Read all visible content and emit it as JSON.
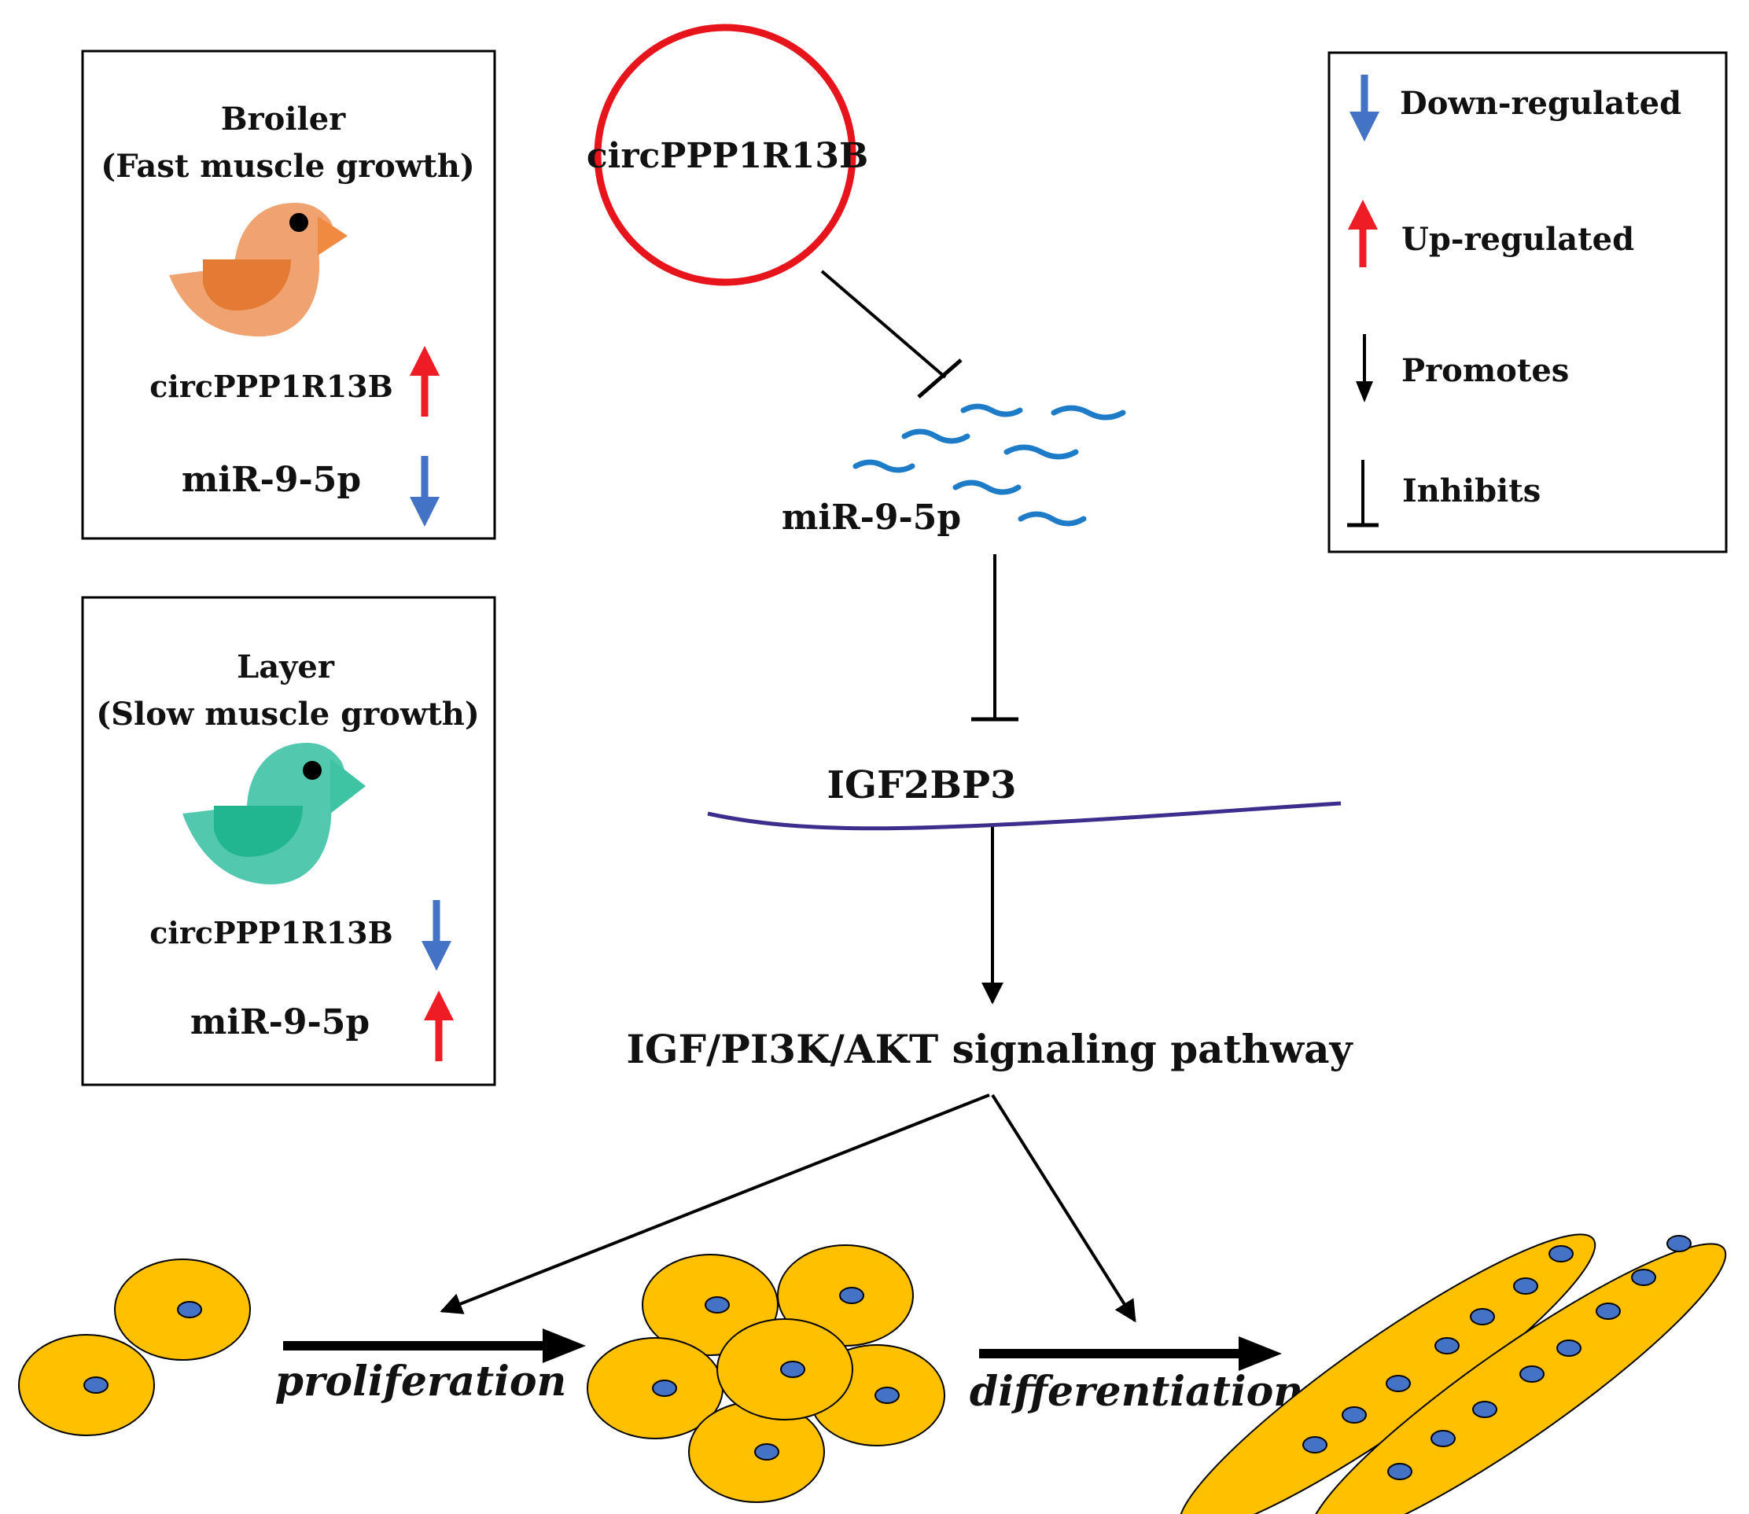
{
  "broiler_box": {
    "title": "Broiler",
    "subtitle": "(Fast muscle growth)",
    "circ_label": "circPPP1R13B",
    "mir_label": "miR-9-5p",
    "circ_trend": "up",
    "mir_trend": "down",
    "bird_color": "#F0A370"
  },
  "layer_box": {
    "title": "Layer",
    "subtitle": "(Slow muscle growth)",
    "circ_label": "circPPP1R13B",
    "mir_label": "miR-9-5p",
    "circ_trend": "down",
    "mir_trend": "up",
    "bird_color": "#52C9AE"
  },
  "legend": {
    "down": "Down-regulated",
    "up": "Up-regulated",
    "promotes": "Promotes",
    "inhibits": "Inhibits"
  },
  "pathway": {
    "circ": "circPPP1R13B",
    "mirna": "miR-9-5p",
    "target": "IGF2BP3",
    "signaling": "IGF/PI3K/AKT signaling pathway",
    "proliferation": "proliferation",
    "differentiation": "differentiation"
  },
  "colors": {
    "up_arrow": "#EE1C24",
    "down_arrow": "#4472C4",
    "circ_ring": "#E8141C",
    "mirna": "#1E7BC8",
    "mrna_line": "#3D2D8C",
    "cell_fill": "#FFC000",
    "nucleus": "#4472C4"
  }
}
